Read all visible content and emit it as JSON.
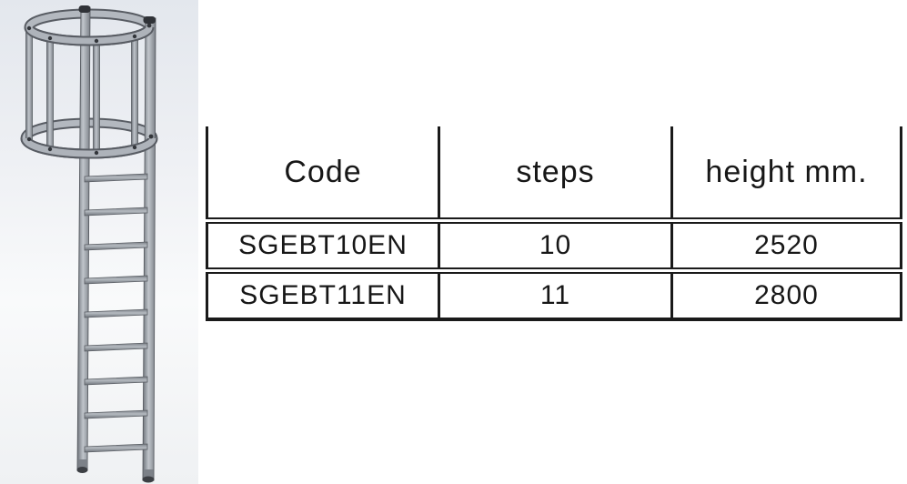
{
  "illustration": {
    "alt": "3D CAD rendering of a fixed vertical ladder with safety cage",
    "colors": {
      "background_top": "#e3e7ed",
      "background_bottom": "#eff1f3",
      "metal_light": "#c0c5cb",
      "metal_mid": "#9aa0a8",
      "metal_dark": "#565a60",
      "end_cap": "#2f3237"
    }
  },
  "table": {
    "border_color": "#1a1a1a",
    "text_color": "#171717",
    "columns": [
      {
        "key": "code",
        "label": "Code"
      },
      {
        "key": "steps",
        "label": "steps"
      },
      {
        "key": "height",
        "label": "height mm."
      }
    ],
    "rows": [
      {
        "code": "SGEBT10EN",
        "steps": "10",
        "height": "2520"
      },
      {
        "code": "SGEBT11EN",
        "steps": "11",
        "height": "2800"
      }
    ]
  }
}
